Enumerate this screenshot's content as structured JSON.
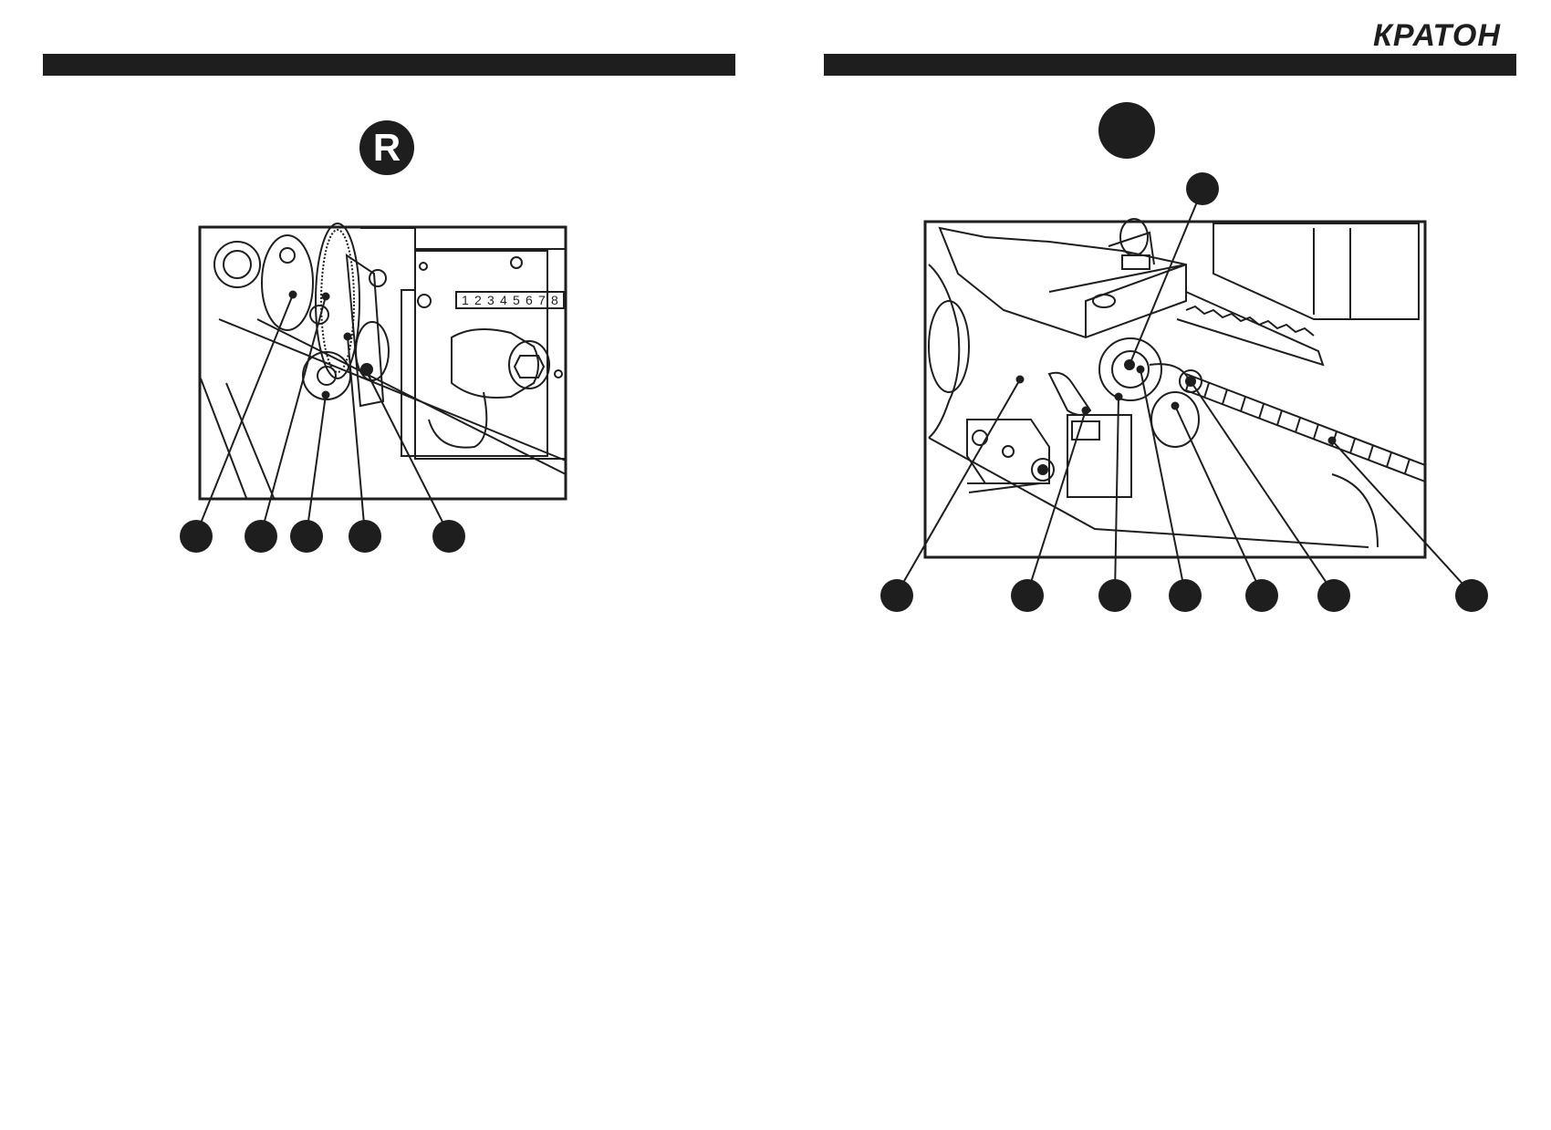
{
  "brand": {
    "logo_text": "КРАТОН"
  },
  "figure_left": {
    "marker_letter": "R",
    "scale_label_numbers": [
      "1",
      "2",
      "3",
      "4",
      "5",
      "6",
      "7",
      "8"
    ]
  },
  "figure_right": {
    "marker_letter": ""
  },
  "colors": {
    "ink": "#1e1e1e",
    "paper": "#ffffff"
  }
}
